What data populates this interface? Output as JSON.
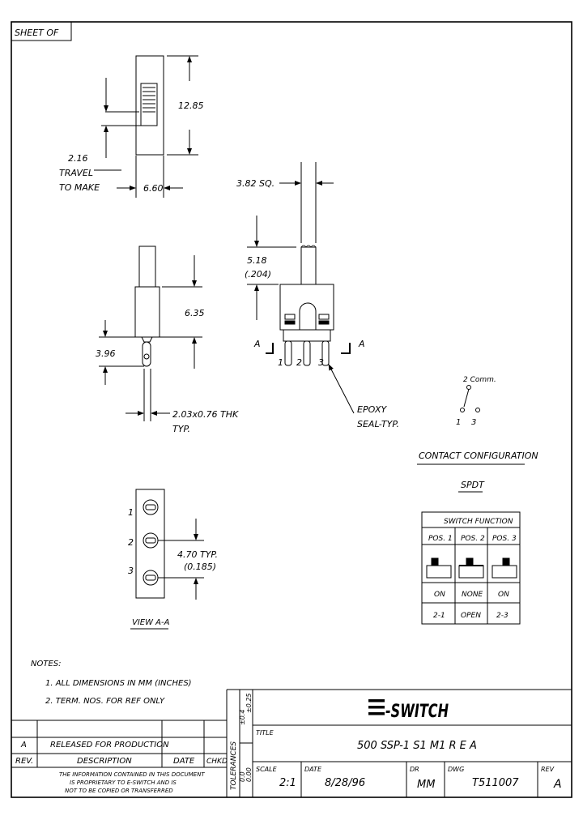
{
  "sheet": "SHEET   OF",
  "dims": {
    "h1285": "12.85",
    "travel1": "2.16",
    "travel2": "TRAVEL",
    "travel3": "TO MAKE",
    "w660": "6.60",
    "sq": "3.82 SQ.",
    "h518": "5.18",
    "h204": "(.204)",
    "h635": "6.35",
    "h396": "3.96",
    "term1": "2.03x0.76 THK",
    "term2": "TYP.",
    "epoxy1": "EPOXY",
    "epoxy2": "SEAL-TYP.",
    "pitch1": "4.70 TYP.",
    "pitch2": "(0.185)",
    "sectA": "A",
    "pin1": "1",
    "pin2": "2",
    "pin3": "3"
  },
  "schematic": {
    "comm": "2 Comm.",
    "p1": "1",
    "p3": "3"
  },
  "contact_title": "CONTACT CONFIGURATION",
  "spdt": "SPDT",
  "switch_function": {
    "title": "SWITCH FUNCTION",
    "headers": [
      "POS. 1",
      "POS. 2",
      "POS. 3"
    ],
    "states": [
      "ON",
      "NONE",
      "ON"
    ],
    "connections": [
      "2-1",
      "OPEN",
      "2-3"
    ]
  },
  "view_label": "VIEW A-A",
  "notes": {
    "title": "NOTES:",
    "items": [
      "1. ALL DIMENSIONS IN MM (INCHES)",
      "2. TERM. NOS. FOR REF ONLY"
    ]
  },
  "revisions": {
    "row_rev": "A",
    "row_desc": "RELEASED FOR PRODUCTION",
    "h_rev": "REV.",
    "h_desc": "DESCRIPTION",
    "h_date": "DATE",
    "h_chkd": "CHKD",
    "proprietary": [
      "THE INFORMATION CONTAINED IN THIS DOCUMENT",
      "IS PROPRIETARY TO E-SWITCH AND IS",
      "NOT TO BE COPIED OR TRANSFERRED"
    ]
  },
  "tolerances": {
    "label": "TOLERANCES",
    "t1": "±0.4",
    "t2": "±0.25",
    "f1": "0.0",
    "f2": "0.00"
  },
  "title_block": {
    "logo": "E-SWITCH",
    "title_label": "TITLE",
    "title": "500 SSP-1 S1 M1 R E A",
    "scale_label": "SCALE",
    "scale": "2:1",
    "date_label": "DATE",
    "date": "8/28/96",
    "dr_label": "DR",
    "dr": "MM",
    "dwg_label": "DWG",
    "dwg": "T511007",
    "rev_label": "REV",
    "rev": "A"
  }
}
